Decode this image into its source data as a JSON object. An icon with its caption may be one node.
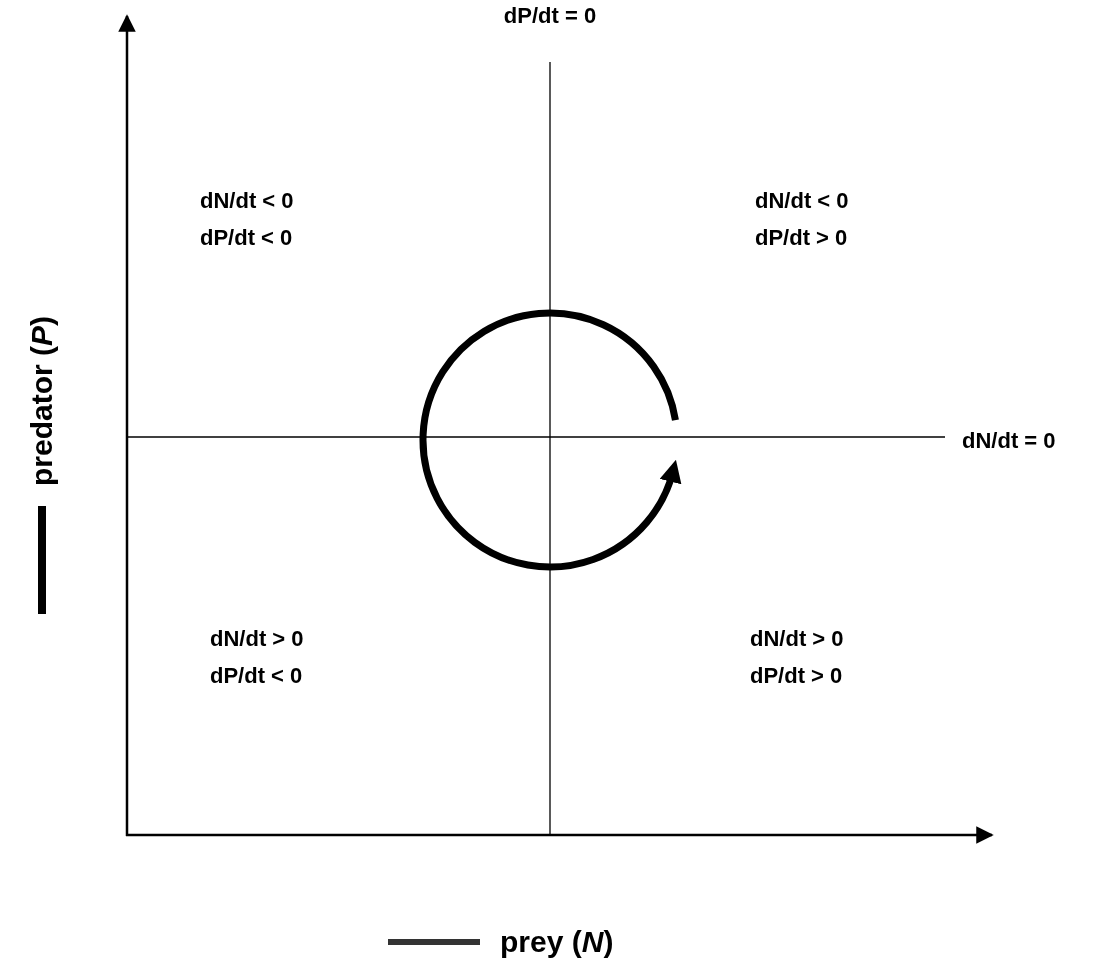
{
  "diagram": {
    "labels": [
      "dP/dt = 0",
      "dN/dt < 0",
      "dP/dt < 0",
      "dN/dt < 0",
      "dP/dt > 0",
      "dN/dt = 0",
      "dN/dt > 0",
      "dP/dt < 0",
      "dN/dt > 0",
      "dP/dt > 0"
    ],
    "legend": [
      {
        "text": "predator (*P*)"
      },
      {
        "text": "prey (*N*)"
      }
    ]
  }
}
